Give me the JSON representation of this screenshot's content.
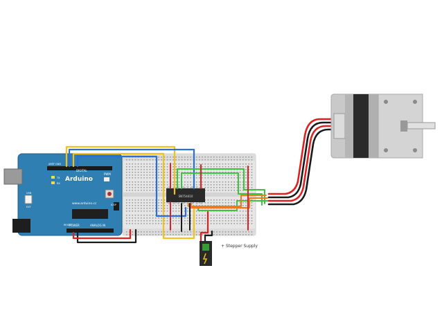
{
  "arduino": {
    "brand": "Arduino",
    "website": "www.arduino.cc",
    "digital_label": "DIGITAL",
    "pwm_label": "PWM",
    "power_label": "POWER",
    "analog_label": "ANALOG IN",
    "reset_label": "RESET",
    "icsp_label": "ICSP",
    "tx_label": "TX",
    "rx_label": "RX",
    "aref_label": "AREF",
    "gnd_label": "GND",
    "usb_label": "USB",
    "ext_label": "EXT"
  },
  "chip": {
    "label": "SN754410"
  },
  "power_jack": {
    "label": "+ Stepper Supply"
  },
  "colors": {
    "arduino_blue": "#2f7fb3",
    "wire_yellow": "#f2c21b",
    "wire_blue": "#2a6fd6",
    "wire_green": "#3cc43c",
    "wire_red": "#e02020",
    "wire_black": "#1a1a1a",
    "wire_orange": "#f07a1a",
    "breadboard": "#e8e8e8",
    "motor_grey": "#c9c9c9"
  }
}
